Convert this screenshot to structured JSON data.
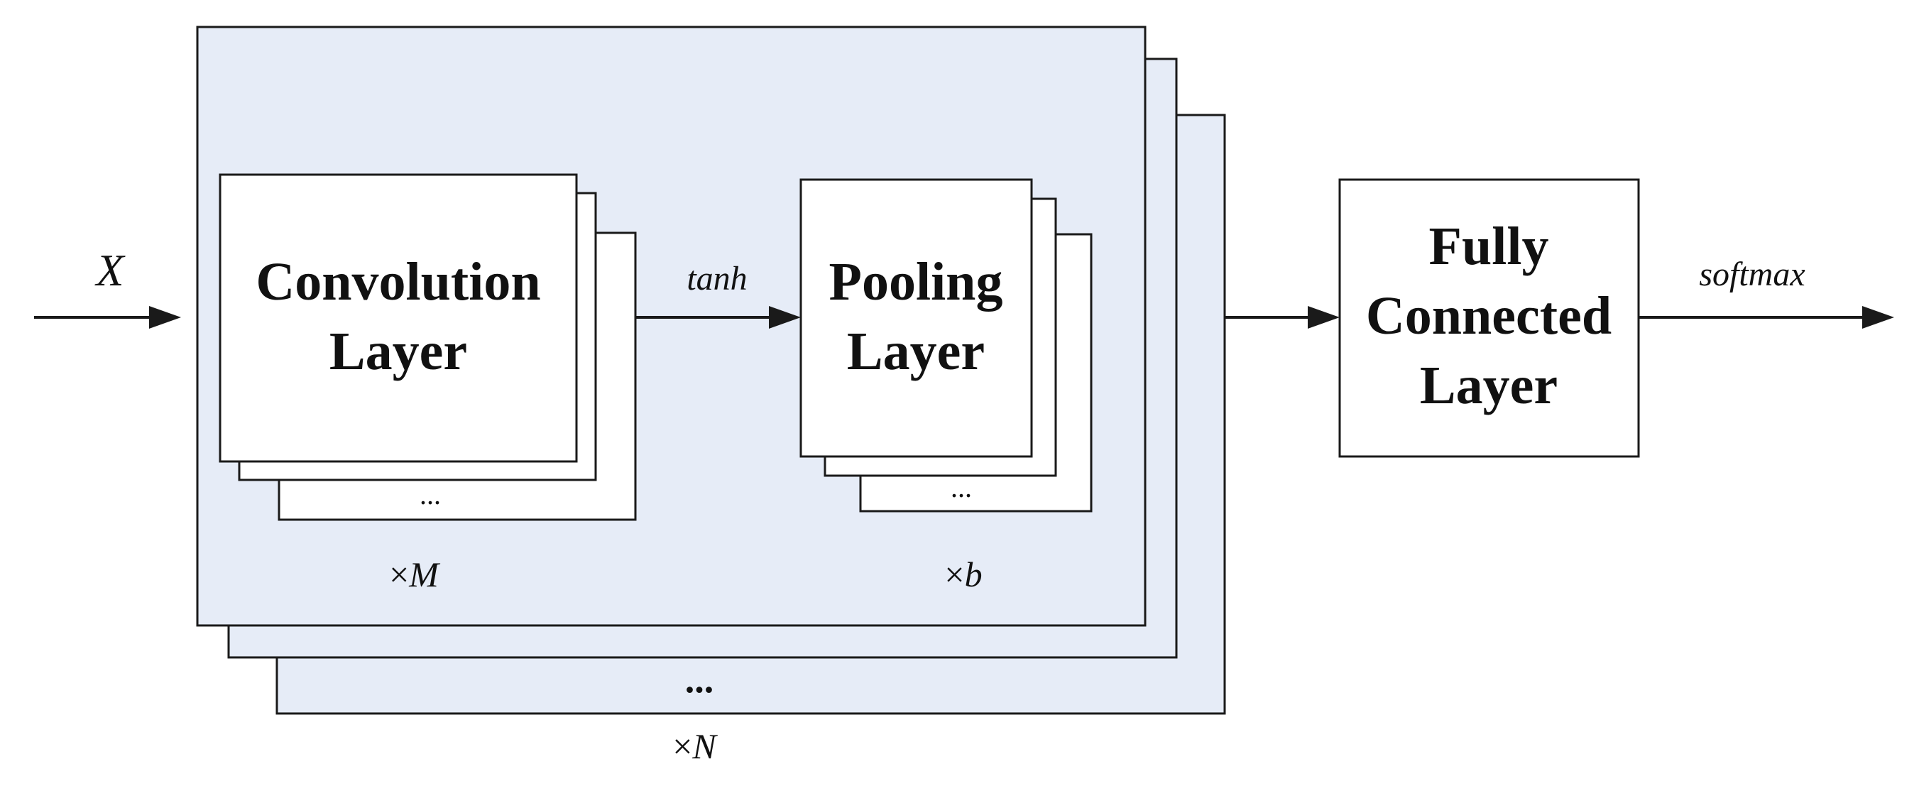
{
  "input_label": "X",
  "conv": {
    "line1": "Convolution",
    "line2": "Layer",
    "ellipsis": "...",
    "multiplier_prefix": "×",
    "multiplier_var": "M"
  },
  "activation_label": "tanh",
  "pool": {
    "line1": "Pooling",
    "line2": "Layer",
    "ellipsis": "...",
    "multiplier_prefix": "×",
    "multiplier_var": "b"
  },
  "block": {
    "ellipsis": "...",
    "multiplier_prefix": "×",
    "multiplier_var": "N"
  },
  "fc": {
    "line1": "Fully",
    "line2": "Connected",
    "line3": "Layer"
  },
  "output_label": "softmax",
  "colors": {
    "block_fill": "#e6ecf7",
    "card_fill": "#ffffff",
    "stroke": "#1a1a1a"
  }
}
